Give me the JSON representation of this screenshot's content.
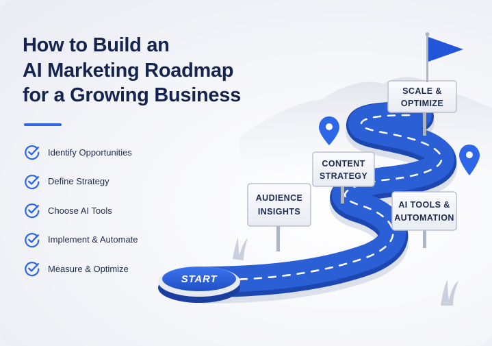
{
  "title": {
    "line1": "How to Build an",
    "line2": "AI Marketing Roadmap",
    "line3": "for a Growing Business"
  },
  "checklist": [
    {
      "label": "Identify Opportunities",
      "icon": "check-circle-icon"
    },
    {
      "label": "Define Strategy",
      "icon": "check-circle-icon"
    },
    {
      "label": "Choose AI Tools",
      "icon": "check-circle-icon"
    },
    {
      "label": "Implement & Automate",
      "icon": "check-circle-icon"
    },
    {
      "label": "Measure & Optimize",
      "icon": "check-circle-icon"
    }
  ],
  "road": {
    "start_label": "START",
    "signs": {
      "audience": {
        "line1": "AUDIENCE",
        "line2": "INSIGHTS"
      },
      "content": {
        "line1": "CONTENT",
        "line2": "STRATEGY"
      },
      "ai_tools": {
        "line1": "AI TOOLS &",
        "line2": "AUTOMATION"
      },
      "scale": {
        "line1": "SCALE &",
        "line2": "OPTIMIZE"
      }
    },
    "icons": [
      "location-pin-icon",
      "flag-icon",
      "grass-icon"
    ]
  },
  "colors": {
    "accent": "#2e66e8",
    "title": "#15234f",
    "text": "#1d2a4d",
    "road": "#2a5fd6",
    "road_edge": "#1d47b0",
    "sign_fill": "#f4f6fa",
    "sign_border": "#b9c0cf"
  }
}
